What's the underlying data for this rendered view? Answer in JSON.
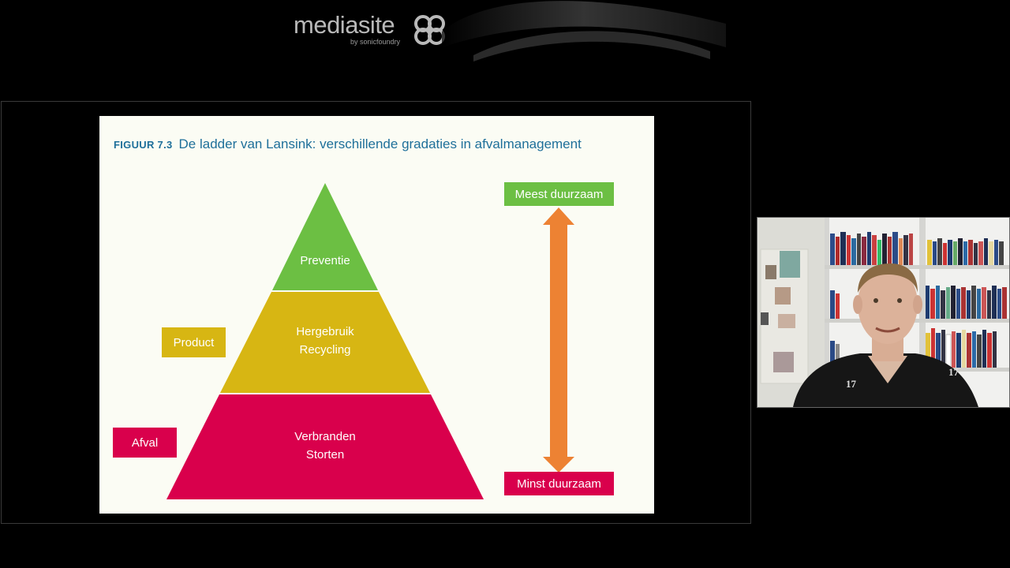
{
  "brand": {
    "name": "mediasite",
    "sub": "by sonicfoundry"
  },
  "slide": {
    "figure_label": "FIGUUR 7.3",
    "figure_caption": "De ladder van Lansink: verschillende gradaties in afvalmanagement",
    "pyramid": {
      "top": "Preventie",
      "middle_line1": "Hergebruik",
      "middle_line2": "Recycling",
      "bottom_line1": "Verbranden",
      "bottom_line2": "Storten"
    },
    "side_tags": {
      "product": "Product",
      "afval": "Afval"
    },
    "scale": {
      "top": "Meest duurzaam",
      "bottom": "Minst duurzaam"
    },
    "colors": {
      "green": "#6cbf43",
      "yellow": "#d7b613",
      "red": "#d9004c",
      "orange": "#ed8233",
      "title_blue": "#1e6f9a"
    }
  },
  "webcam": {
    "shirt_number": "17"
  }
}
